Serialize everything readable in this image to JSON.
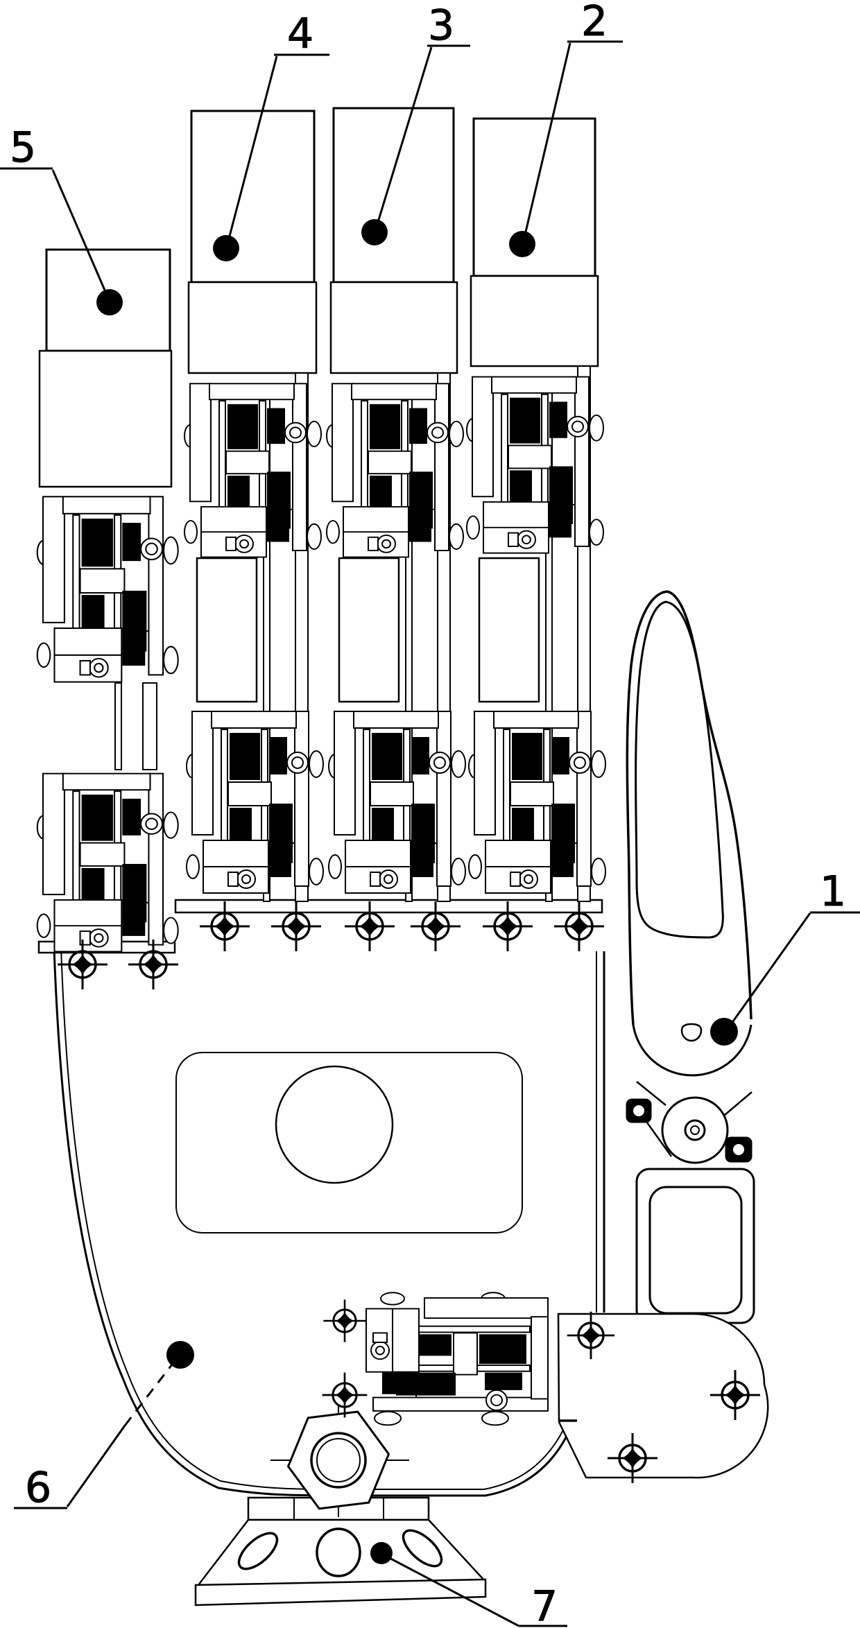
{
  "figure": {
    "kind": "patent line drawing",
    "subject": "multi-finger robotic hand mechanism, palmar view",
    "background_color": "#ffffff",
    "line_color": "#000000",
    "callouts": [
      {
        "label": "1",
        "target_part": "thumb base joint"
      },
      {
        "label": "2",
        "target_part": "index fingertip"
      },
      {
        "label": "3",
        "target_part": "middle fingertip"
      },
      {
        "label": "4",
        "target_part": "ring fingertip"
      },
      {
        "label": "5",
        "target_part": "little fingertip"
      },
      {
        "label": "6",
        "target_part": "palm shell"
      },
      {
        "label": "7",
        "target_part": "mounting base"
      }
    ],
    "marks": {
      "crosshair_position_marks": 13,
      "leader_dot_color": "#000000"
    }
  }
}
